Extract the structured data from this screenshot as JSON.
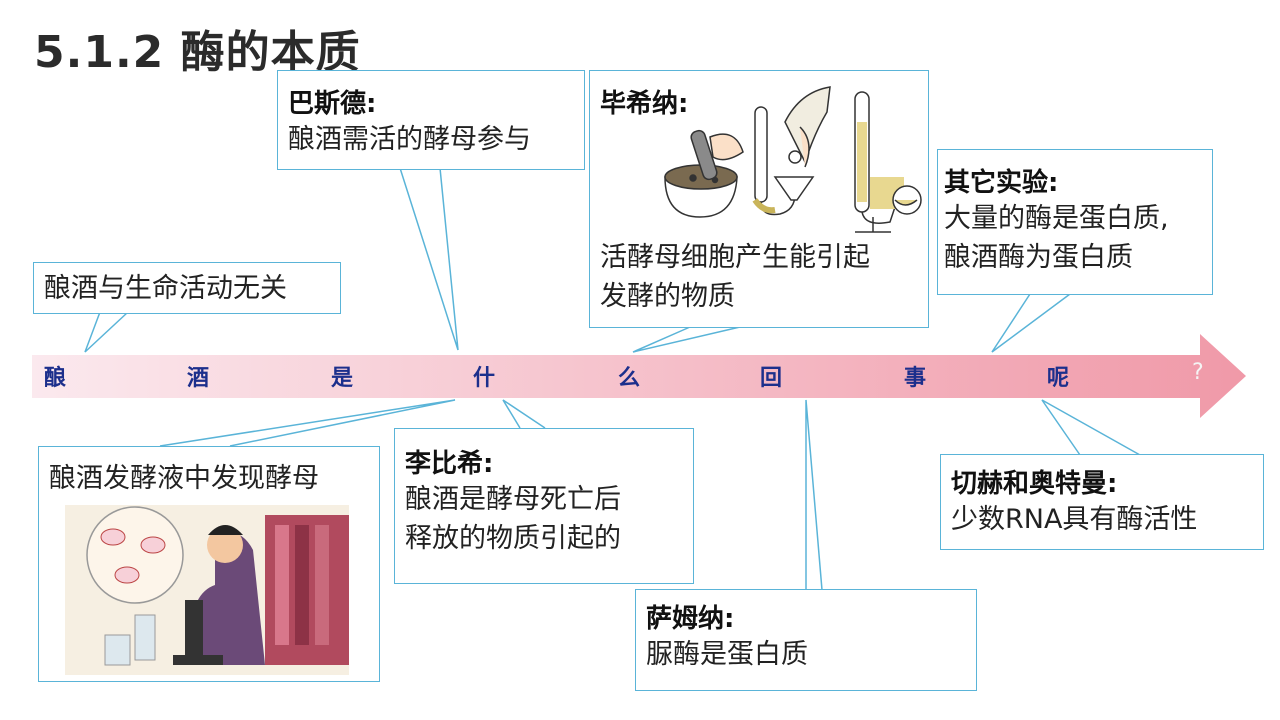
{
  "title": "5.1.2 酶的本质",
  "timeline": {
    "chars": [
      "酿",
      "酒",
      "是",
      "什",
      "么",
      "回",
      "事",
      "呢",
      "?"
    ],
    "colors": {
      "start": "#fbe9ee",
      "end": "#f099a8",
      "text": "#1c2f8c",
      "border": "#5ab4d8"
    }
  },
  "boxes": {
    "unrelated": {
      "line1": "酿酒与生命活动无关"
    },
    "pasteur_find": {
      "line1": "酿酒发酵液中发现酵母"
    },
    "pasteur_claim": {
      "head": "巴斯德:",
      "line1": "酿酒需活的酵母参与"
    },
    "liebig": {
      "head": "李比希:",
      "line1": "酿酒是酵母死亡后",
      "line2": "释放的物质引起的"
    },
    "buchner": {
      "head": "毕希纳:",
      "line1": "活酵母细胞产生能引起",
      "line2": "发酵的物质"
    },
    "sumner": {
      "head": "萨姆纳:",
      "line1": "脲酶是蛋白质"
    },
    "others": {
      "head": "其它实验:",
      "line1": "大量的酶是蛋白质,",
      "line2": "酿酒酶为蛋白质"
    },
    "cech": {
      "head": "切赫和奥特曼:",
      "line1": "少数RNA具有酶活性"
    }
  },
  "icons": [
    "microscope-scientist-illustration",
    "mortar-pestle-illustration",
    "filter-funnel-illustration",
    "fermentation-tube-illustration"
  ]
}
